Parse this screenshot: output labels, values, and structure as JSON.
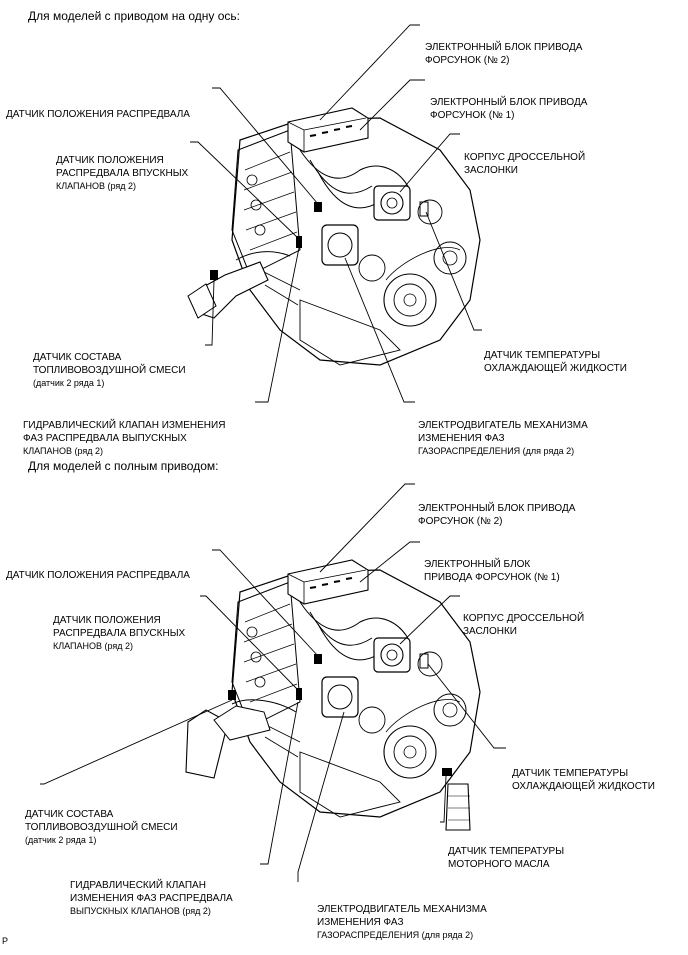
{
  "sections": [
    {
      "heading": "Для моделей с приводом на одну ось:",
      "labels": [
        {
          "key": "inj2",
          "lines": [
            "ЭЛЕКТРОННЫЙ БЛОК ПРИВОДА",
            "ФОРСУНОК (№ 2)"
          ]
        },
        {
          "key": "inj1",
          "lines": [
            "ЭЛЕКТРОННЫЙ БЛОК ПРИВОДА",
            "ФОРСУНОК (№ 1)"
          ]
        },
        {
          "key": "cam",
          "lines": [
            "ДАТЧИК ПОЛОЖЕНИЯ РАСПРЕДВАЛА"
          ]
        },
        {
          "key": "camin",
          "lines": [
            "ДАТЧИК ПОЛОЖЕНИЯ",
            "РАСПРЕДВАЛА ВПУСКНЫХ",
            "КЛАПАНОВ (ряд 2)"
          ]
        },
        {
          "key": "throttle",
          "lines": [
            "КОРПУС ДРОССЕЛЬНОЙ",
            "ЗАСЛОНКИ"
          ]
        },
        {
          "key": "afs",
          "lines": [
            "ДАТЧИК СОСТАВА",
            "ТОПЛИВОВОЗДУШНОЙ СМЕСИ",
            "(датчик 2 ряда 1)"
          ]
        },
        {
          "key": "ect",
          "lines": [
            "ДАТЧИК ТЕМПЕРАТУРЫ",
            "ОХЛАЖДАЮЩЕЙ ЖИДКОСТИ"
          ]
        },
        {
          "key": "ocv",
          "lines": [
            "ГИДРАВЛИЧЕСКИЙ КЛАПАН ИЗМЕНЕНИЯ",
            "ФАЗ РАСПРЕДВАЛА ВЫПУСКНЫХ",
            "КЛАПАНОВ (ряд 2)"
          ]
        },
        {
          "key": "vvt",
          "lines": [
            "ЭЛЕКТРОДВИГАТЕЛЬ МЕХАНИЗМА",
            "ИЗМЕНЕНИЯ ФАЗ",
            "ГАЗОРАСПРЕДЕЛЕНИЯ (для ряда 2)"
          ]
        }
      ]
    },
    {
      "heading": "Для моделей с полным приводом:",
      "labels": [
        {
          "key": "inj2",
          "lines": [
            "ЭЛЕКТРОННЫЙ БЛОК ПРИВОДА",
            "ФОРСУНОК (№ 2)"
          ]
        },
        {
          "key": "inj1",
          "lines": [
            "ЭЛЕКТРОННЫЙ БЛОК",
            "ПРИВОДА ФОРСУНОК (№ 1)"
          ]
        },
        {
          "key": "cam",
          "lines": [
            "ДАТЧИК ПОЛОЖЕНИЯ РАСПРЕДВАЛА"
          ]
        },
        {
          "key": "camin",
          "lines": [
            "ДАТЧИК ПОЛОЖЕНИЯ",
            "РАСПРЕДВАЛА ВПУСКНЫХ",
            "КЛАПАНОВ (ряд 2)"
          ]
        },
        {
          "key": "throttle",
          "lines": [
            "КОРПУС ДРОССЕЛЬНОЙ",
            "ЗАСЛОНКИ"
          ]
        },
        {
          "key": "ect",
          "lines": [
            "ДАТЧИК ТЕМПЕРАТУРЫ",
            "ОХЛАЖДАЮЩЕЙ ЖИДКОСТИ"
          ]
        },
        {
          "key": "afs",
          "lines": [
            "ДАТЧИК СОСТАВА",
            "ТОПЛИВОВОЗДУШНОЙ СМЕСИ",
            "(датчик 2 ряда 1)"
          ]
        },
        {
          "key": "oil",
          "lines": [
            "ДАТЧИК ТЕМПЕРАТУРЫ",
            "МОТОРНОГО МАСЛА"
          ]
        },
        {
          "key": "ocv",
          "lines": [
            "ГИДРАВЛИЧЕСКИЙ КЛАПАН",
            "ИЗМЕНЕНИЯ ФАЗ РАСПРЕДВАЛА",
            "ВЫПУСКНЫХ КЛАПАНОВ (ряд 2)"
          ]
        },
        {
          "key": "vvt",
          "lines": [
            "ЭЛЕКТРОДВИГАТЕЛЬ МЕХАНИЗМА",
            "ИЗМЕНЕНИЯ ФАЗ",
            "ГАЗОРАСПРЕДЕЛЕНИЯ (для ряда 2)"
          ]
        }
      ]
    }
  ],
  "footer": "P"
}
